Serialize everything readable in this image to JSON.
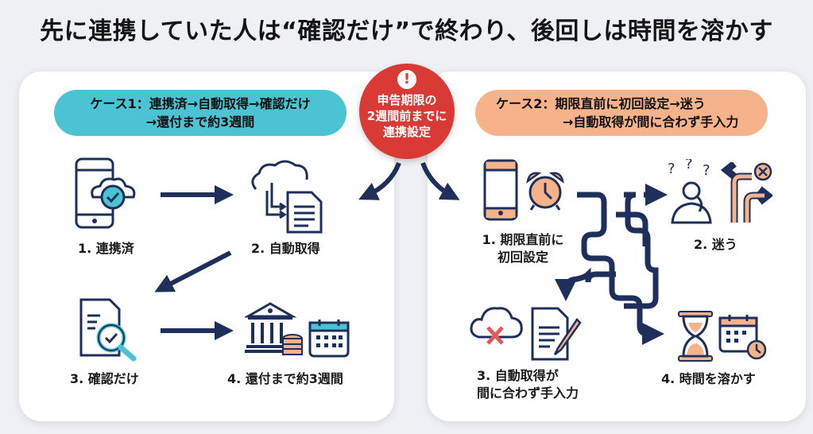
{
  "title": "先に連携していた人は“確認だけ”で終わり、後回しは時間を溶かす",
  "alert": {
    "icon": "exclamation-icon",
    "lines": [
      "申告期限の",
      "2週間前までに",
      "連携設定"
    ],
    "color": "#d93a35"
  },
  "case1": {
    "banner_lines": [
      "ケース1：連携済→自動取得→確認だけ",
      "→還付まで約3週間"
    ],
    "color": "#4cc3d2",
    "steps": [
      {
        "label": "1. 連携済",
        "icons": [
          "smartphone-cloud-check-icon"
        ]
      },
      {
        "label": "2. 自動取得",
        "icons": [
          "cloud-document-transfer-icon"
        ]
      },
      {
        "label": "3. 確認だけ",
        "icons": [
          "document-magnifier-check-icon"
        ]
      },
      {
        "label": "4. 還付まで約3週間",
        "icons": [
          "bank-coins-icon",
          "calendar-icon"
        ]
      }
    ]
  },
  "case2": {
    "banner_lines": [
      "ケース2：期限直前に初回設定→迷う",
      "→自動取得が間に合わず手入力"
    ],
    "color": "#f6b38a",
    "steps": [
      {
        "label_lines": [
          "1. 期限直前に",
          "初回設定"
        ],
        "icons": [
          "smartphone-icon",
          "alarm-clock-icon"
        ]
      },
      {
        "label_lines": [
          "2. 迷う"
        ],
        "icons": [
          "confused-person-icon",
          "tangled-arrows-icon"
        ]
      },
      {
        "label_lines": [
          "3. 自動取得が",
          "間に合わず手入力"
        ],
        "icons": [
          "cloud-error-icon",
          "document-pen-icon"
        ]
      },
      {
        "label_lines": [
          "4. 時間を溶かす"
        ],
        "icons": [
          "hourglass-icon",
          "calendar-clock-icon"
        ]
      }
    ]
  },
  "colors": {
    "navy": "#1f2f5c",
    "teal": "#4cc3d2",
    "peach": "#f6b38a",
    "red": "#d93a35",
    "background": "#eef0f4"
  }
}
